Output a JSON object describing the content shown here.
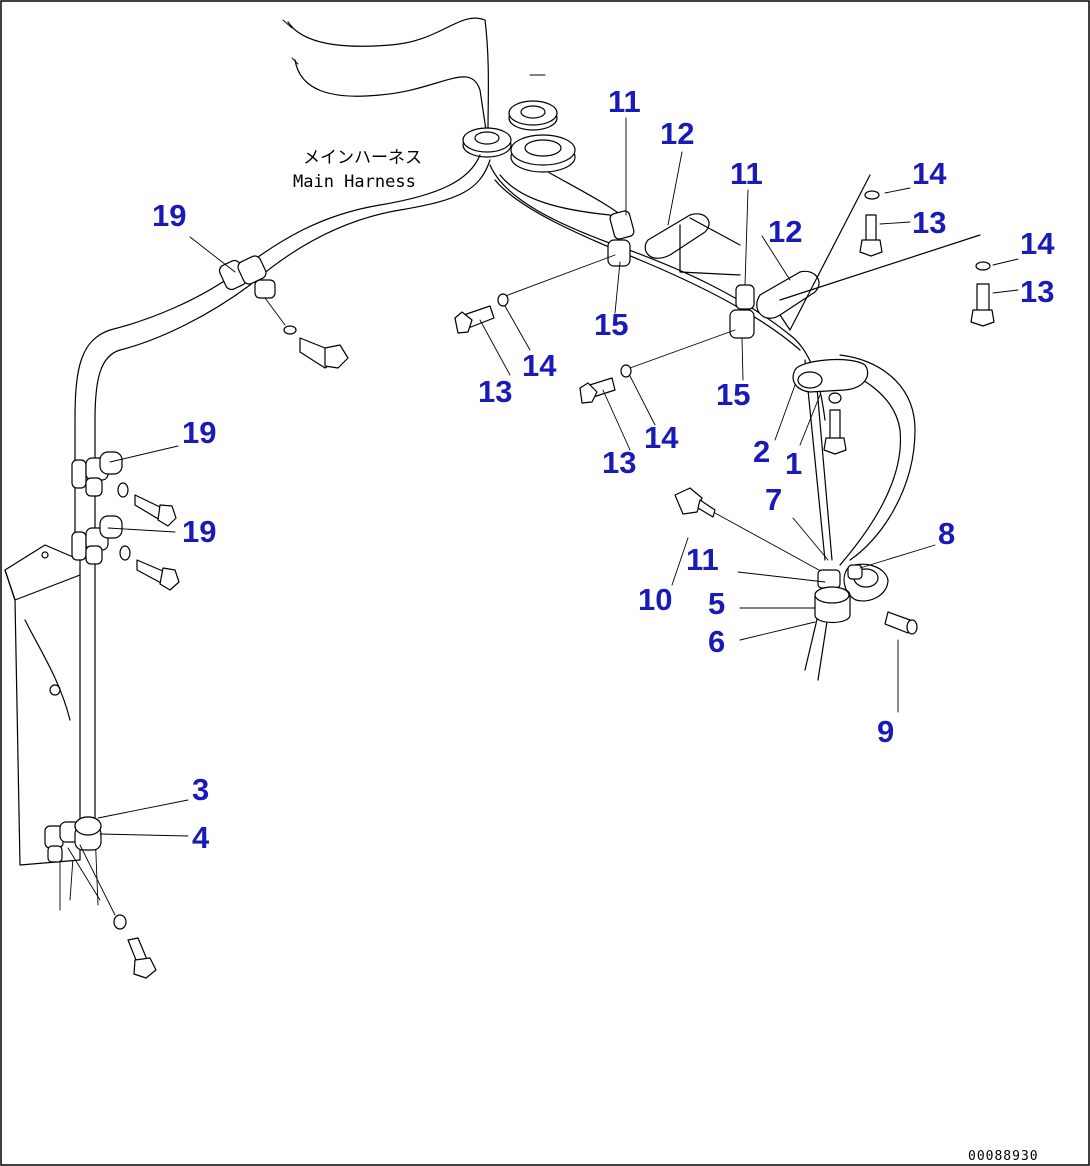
{
  "harness_label": {
    "japanese": "メインハーネス",
    "english": "Main Harness"
  },
  "drawing_number": "00088930",
  "callouts": [
    {
      "id": "c19a",
      "text": "19"
    },
    {
      "id": "c19b",
      "text": "19"
    },
    {
      "id": "c19c",
      "text": "19"
    },
    {
      "id": "c3",
      "text": "3"
    },
    {
      "id": "c4",
      "text": "4"
    },
    {
      "id": "c11a",
      "text": "11"
    },
    {
      "id": "c12a",
      "text": "12"
    },
    {
      "id": "c11b",
      "text": "11"
    },
    {
      "id": "c12b",
      "text": "12"
    },
    {
      "id": "c14a",
      "text": "14"
    },
    {
      "id": "c13a",
      "text": "13"
    },
    {
      "id": "c14b",
      "text": "14"
    },
    {
      "id": "c13b",
      "text": "13"
    },
    {
      "id": "c15a",
      "text": "15"
    },
    {
      "id": "c14c",
      "text": "14"
    },
    {
      "id": "c13c",
      "text": "13"
    },
    {
      "id": "c15b",
      "text": "15"
    },
    {
      "id": "c14d",
      "text": "14"
    },
    {
      "id": "c13d",
      "text": "13"
    },
    {
      "id": "c2",
      "text": "2"
    },
    {
      "id": "c1",
      "text": "1"
    },
    {
      "id": "c7",
      "text": "7"
    },
    {
      "id": "c8",
      "text": "8"
    },
    {
      "id": "c11c",
      "text": "11"
    },
    {
      "id": "c10",
      "text": "10"
    },
    {
      "id": "c5",
      "text": "5"
    },
    {
      "id": "c6",
      "text": "6"
    },
    {
      "id": "c9",
      "text": "9"
    }
  ]
}
